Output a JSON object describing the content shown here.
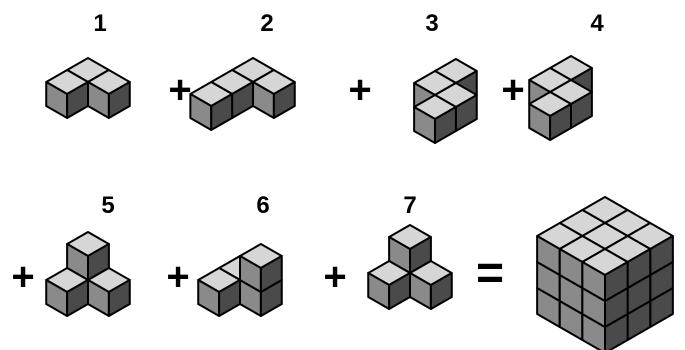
{
  "pieces": [
    {
      "label": "1"
    },
    {
      "label": "2"
    },
    {
      "label": "3"
    },
    {
      "label": "4"
    },
    {
      "label": "5"
    },
    {
      "label": "6"
    },
    {
      "label": "7"
    }
  ],
  "operators": {
    "plus": "+",
    "equals": "="
  },
  "colors": {
    "top": "#d6d6d6",
    "left": "#8a8a8a",
    "right": "#4a4a4a",
    "edge": "#000000"
  }
}
